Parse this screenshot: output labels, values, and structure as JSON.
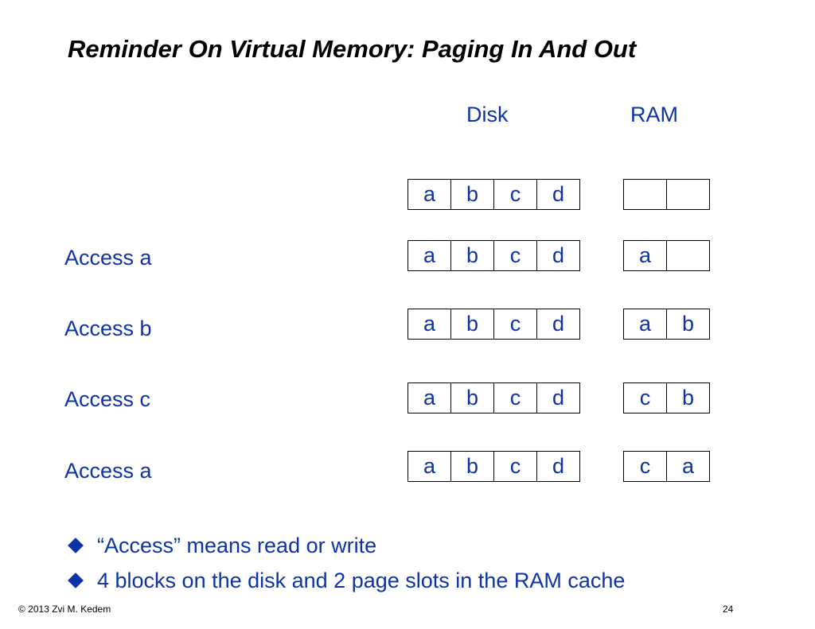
{
  "title": "Reminder On Virtual Memory: Paging In And Out",
  "columns": {
    "disk": "Disk",
    "ram": "RAM"
  },
  "rows": [
    {
      "label": "",
      "disk": [
        "a",
        "b",
        "c",
        "d"
      ],
      "ram": [
        "",
        ""
      ]
    },
    {
      "label": "Access a",
      "disk": [
        "a",
        "b",
        "c",
        "d"
      ],
      "ram": [
        "a",
        ""
      ]
    },
    {
      "label": "Access b",
      "disk": [
        "a",
        "b",
        "c",
        "d"
      ],
      "ram": [
        "a",
        "b"
      ]
    },
    {
      "label": "Access c",
      "disk": [
        "a",
        "b",
        "c",
        "d"
      ],
      "ram": [
        "c",
        "b"
      ]
    },
    {
      "label": "Access a",
      "disk": [
        "a",
        "b",
        "c",
        "d"
      ],
      "ram": [
        "c",
        "a"
      ]
    }
  ],
  "bullets": [
    "“Access” means read or write",
    "4 blocks on the disk and 2 page slots in the RAM cache"
  ],
  "footer": {
    "copyright": "©  2013 Zvi M. Kedem",
    "page_number": "24"
  },
  "colors": {
    "text_blue": "#0d33a6",
    "title": "#000000"
  }
}
